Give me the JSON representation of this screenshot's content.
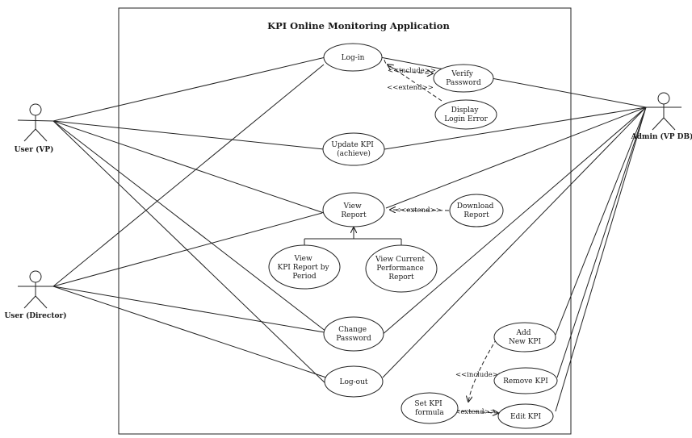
{
  "title": "KPI Online Monitoring Application",
  "actors": {
    "vp": "User (VP)",
    "director": "User (Director)",
    "admin": "Admin (VP DB)"
  },
  "use_cases": {
    "login": [
      "Log-in"
    ],
    "verify_password": [
      "Verify",
      "Password"
    ],
    "display_login_error": [
      "Display",
      "Login Error"
    ],
    "update_kpi": [
      "Update KPI",
      "(achieve)"
    ],
    "view_report": [
      "View",
      "Report"
    ],
    "download_report": [
      "Download",
      "Report"
    ],
    "view_kpi_report_by_period": [
      "View",
      "KPI Report by",
      "Period"
    ],
    "view_current_performance_report": [
      "View Current",
      "Performance",
      "Report"
    ],
    "change_password": [
      "Change",
      "Password"
    ],
    "logout": [
      "Log-out"
    ],
    "add_new_kpi": [
      "Add",
      "New KPI"
    ],
    "remove_kpi": [
      "Remove KPI"
    ],
    "set_kpi_formula": [
      "Set KPI",
      "formula"
    ],
    "edit_kpi": [
      "Edit KPI"
    ]
  },
  "relationship_labels": {
    "include_verify": "<<include>>",
    "extend_error": "<<extend>>",
    "extend_download": "<<extend>>",
    "include_formula": "<<include>>",
    "extend_formula": "<<extend>>"
  }
}
